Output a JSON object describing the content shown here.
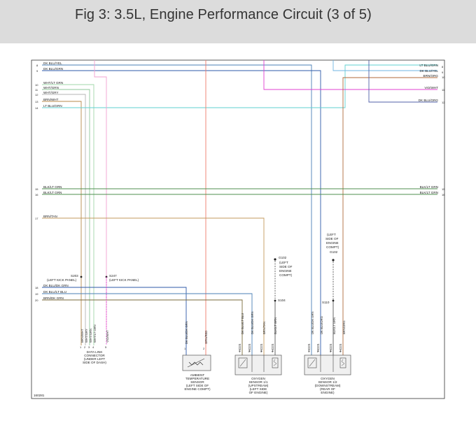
{
  "figure": {
    "title": "Fig 3: 3.5L, Engine Performance Circuit (3 of 5)",
    "figure_id": "160281"
  },
  "colors": {
    "dk_blu_yel": "#4a7fb5",
    "dk_blu_grn": "#2e5aa8",
    "wht_lt_grn": "#9fd7a8",
    "wht_grn": "#8fc79a",
    "wht_gry": "#b4b4b4",
    "brn_wht": "#b78a4a",
    "lt_blu_grn": "#5fd2d2",
    "lt_blu_yel": "#6fb5e3",
    "vio_wht": "#e040d0",
    "pink": "#f2a0d0",
    "dk_blu_org": "#5060a8",
    "blk_lt_grn": "#4f8f4f",
    "brn_tan": "#c39a5c",
    "salmon": "#f07a6a",
    "brn_org": "#b06a3a",
    "ground": "#444444"
  },
  "left_wires": [
    {
      "pin": "8",
      "label": "DK BLU/YEL"
    },
    {
      "pin": "9",
      "label": "DK BLU/GRN"
    },
    {
      "pin": "10",
      "label": "WHT/LT GRN"
    },
    {
      "pin": "11",
      "label": "WHT/GRN"
    },
    {
      "pin": "12",
      "label": "WHT/GRY"
    },
    {
      "pin": "13",
      "label": "BRN/WHT"
    },
    {
      "pin": "14",
      "label": "LT BLU/GRN"
    }
  ],
  "right_wires": [
    {
      "pin": "8",
      "label": "LT BLU/GRN"
    },
    {
      "pin": "9",
      "label": "DK BLU/YEL"
    },
    {
      "pin": "10",
      "label": "BRN/ORG"
    },
    {
      "pin": "11",
      "label": "VIO/WHT"
    },
    {
      "pin": "12",
      "label": "DK BLU/ORG"
    }
  ],
  "mid_wires": [
    {
      "pin_left": "15",
      "pin_right": "15",
      "label": "BLK/LT GRN"
    },
    {
      "pin_left": "16",
      "pin_right": "16",
      "label": "BLK/LT GRN"
    }
  ],
  "brn_tan": {
    "pin": "17",
    "label": "BRN/TAN"
  },
  "lower_wires": [
    {
      "pin": "18",
      "label": "DK BLU/DK GRN"
    },
    {
      "pin": "19",
      "label": "DK BLU/LT BLU"
    },
    {
      "pin": "20",
      "label": "BRN/DK GRN"
    }
  ],
  "splices": {
    "s203": "S203",
    "s203_loc": "(LEFT KICK PANEL)",
    "s247": "S247",
    "s247_loc": "(LEFT KICK PANEL)",
    "s104": "S104",
    "s110": "S110"
  },
  "grounds": {
    "g102_name": "G102",
    "g102_loc": "(LEFT SIDE OF ENGINE COMPT)",
    "g102b_loc": "(LEFT SIDE OF ENGINE COMPT)",
    "g102b_name": "G102"
  },
  "dlc": {
    "pins": [
      "1",
      "2",
      "3",
      "4",
      "5"
    ],
    "wires": [
      "BRN/WHT",
      "WHT/GRY",
      "WHT/GRN",
      "WHT/LT GRN",
      "VIO/WHT"
    ],
    "caption": "DATA LINK CONNECTOR (UNDER LEFT SIDE OF DASH)"
  },
  "ambient": {
    "pins": [
      "1",
      "2"
    ],
    "wires": [
      "DK BLU/DK GRN",
      "GRN/RED"
    ],
    "caption": "AMBIENT TEMPERATURE SENSOR (LEFT SIDE OF ENGINE COMPT)"
  },
  "o2_upstream": {
    "pins": [
      "1",
      "2",
      "3",
      "4"
    ],
    "wires": [
      "DK BLU/LT BLU",
      "DK BLU/DK GRN",
      "BRN/TAN",
      "BLK/LT GRN"
    ],
    "heads": [
      "HO2S",
      "HO2S",
      "HO2S",
      "HO2S"
    ],
    "caption": "OXYGEN SENSOR 1/1 (UPSTREAM) (LEFT SIDE OF ENGINE)"
  },
  "o2_downstream": {
    "pins": [
      "1",
      "2",
      "3",
      "4"
    ],
    "wires": [
      "DK BLU/DK GRN",
      "DK BLU/ORG",
      "BLK/LT GRN",
      "BRN/ORG"
    ],
    "heads": [
      "HO2S",
      "HO2S",
      "HO2S",
      "HO2S"
    ],
    "caption": "OXYGEN SENSOR 1/2 (DOWNSTREAM) (REAR OF ENGINE)"
  }
}
